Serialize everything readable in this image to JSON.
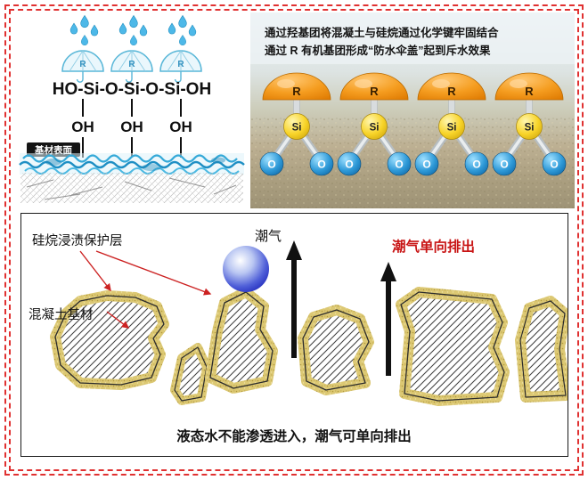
{
  "top_left": {
    "formula": "HO-Si-O-Si-O-Si-OH",
    "r_label": "R",
    "oh_labels": [
      "OH",
      "OH",
      "OH"
    ],
    "substrate_label": "基材表面"
  },
  "top_right": {
    "caption_line1": "通过羟基团将混凝土与硅烷通过化学键牢固结合",
    "caption_line2": "通过 R 有机基团形成“防水伞盖”起到斥水效果",
    "r_label": "R",
    "si_label": "Si",
    "o_label": "O"
  },
  "bottom": {
    "protective_layer_label": "硅烷浸渍保护层",
    "moisture_label": "潮气",
    "one_way_label": "潮气单向排出",
    "substrate_label": "混凝土基材",
    "caption": "液态水不能渗透进入，潮气可单向排出"
  },
  "colors": {
    "border_red": "#e03131",
    "annotation_red": "#cc2222",
    "dome_orange": "#f59d20",
    "si_yellow": "#f8d429",
    "o_blue": "#2f9ad8",
    "sand_yellow": "#dcc873",
    "water_blue": "#2233cc"
  }
}
